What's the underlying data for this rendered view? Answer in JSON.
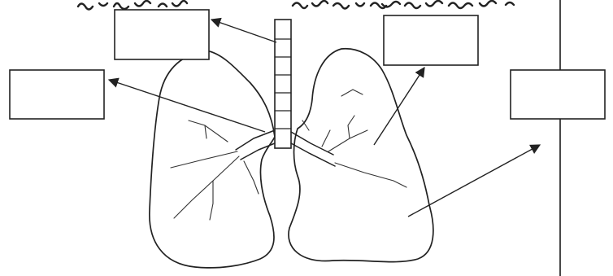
{
  "diagram": {
    "kind": "lungs-labelling-worksheet",
    "label_boxes": [
      {
        "id": "top-left",
        "text": ""
      },
      {
        "id": "left",
        "text": ""
      },
      {
        "id": "top-right",
        "text": ""
      },
      {
        "id": "right",
        "text": ""
      }
    ],
    "colors": {
      "ink": "#222222",
      "paper": "#ffffff"
    }
  }
}
